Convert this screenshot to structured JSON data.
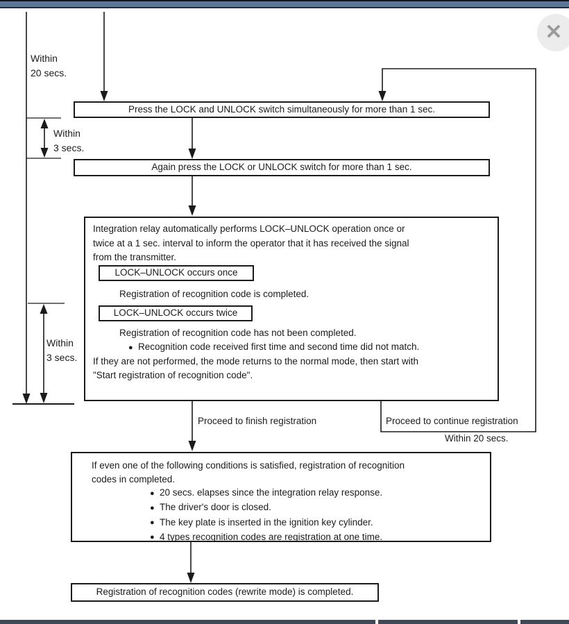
{
  "colors": {
    "top_bar": "#5c7795",
    "bottom_bar": "#3e4856",
    "diagram_ink": "#1b1b1b",
    "close_circle": "#ececec",
    "close_glyph": "#9c9c9c"
  },
  "icons": {
    "close": "✕",
    "bullet": "●"
  },
  "timing": {
    "within_20_left": {
      "line1": "Within",
      "line2": "20 secs."
    },
    "within_3_upper": {
      "line1": "Within",
      "line2": "3 secs."
    },
    "within_3_lower": {
      "line1": "Within",
      "line2": "3 secs."
    },
    "within_20_right": "Within 20 secs."
  },
  "transitions": {
    "finish": "Proceed to finish registration",
    "continue": "Proceed to continue registration"
  },
  "boxes": {
    "step1": "Press the LOCK and UNLOCK switch simultaneously for more than 1 sec.",
    "step2": "Again press the LOCK or UNLOCK switch for more than 1 sec.",
    "relay": {
      "intro_lines": [
        "Integration relay automatically performs LOCK–UNLOCK operation once or",
        "twice at a 1 sec. interval to inform the operator that it has received the signal",
        "from the transmitter."
      ],
      "once_label": "LOCK–UNLOCK occurs once",
      "once_result": "Registration of recognition code is completed.",
      "twice_label": "LOCK–UNLOCK occurs twice",
      "twice_result": "Registration of recognition code has not been completed.",
      "twice_detail": "Recognition code received first time and second time did not match.",
      "note_lines": [
        "If they are not performed, the mode returns to the normal mode, then start with",
        "\"Start registration of recognition code\"."
      ]
    },
    "conditions": {
      "intro_lines": [
        "If even one of the following conditions is satisfied, registration of recognition",
        "codes in completed."
      ],
      "bullets": [
        "20 secs. elapses since the integration relay response.",
        "The driver's door is closed.",
        "The key plate is inserted in the ignition key cylinder.",
        "4 types recognition codes are registration at one time."
      ]
    },
    "final": "Registration of recognition codes (rewrite mode) is completed."
  }
}
